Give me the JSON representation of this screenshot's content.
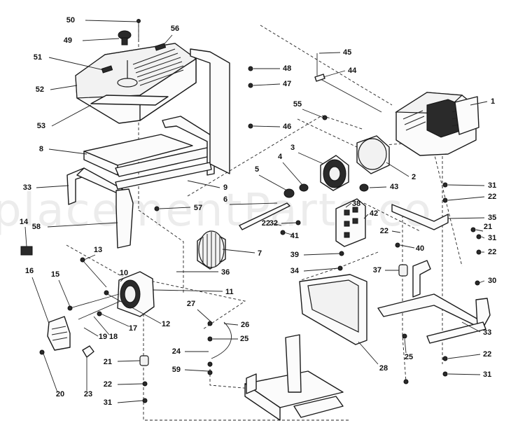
{
  "watermark": "placementParts.co",
  "callouts": [
    {
      "num": "50",
      "part": "tank-cap-chain"
    },
    {
      "num": "49",
      "part": "fuel-cap"
    },
    {
      "num": "56",
      "part": "tank-decal"
    },
    {
      "num": "51",
      "part": "fuel-gauge"
    },
    {
      "num": "52",
      "part": "fuel-tank"
    },
    {
      "num": "53",
      "part": "tank-pad"
    },
    {
      "num": "8",
      "part": "tank-support"
    },
    {
      "num": "33",
      "part": "frame-left"
    },
    {
      "num": "9",
      "part": "frame-front"
    },
    {
      "num": "57",
      "part": "screw"
    },
    {
      "num": "58",
      "part": "bracket"
    },
    {
      "num": "14",
      "part": "label"
    },
    {
      "num": "13",
      "part": "stud"
    },
    {
      "num": "16",
      "part": "end-cover"
    },
    {
      "num": "15",
      "part": "bolt"
    },
    {
      "num": "10",
      "part": "through-bolt"
    },
    {
      "num": "11",
      "part": "rear-bearing-carrier"
    },
    {
      "num": "12",
      "part": "washer"
    },
    {
      "num": "17",
      "part": "bolt"
    },
    {
      "num": "18",
      "part": "nut"
    },
    {
      "num": "19",
      "part": "screw"
    },
    {
      "num": "20",
      "part": "screw"
    },
    {
      "num": "23",
      "part": "diode"
    },
    {
      "num": "21",
      "part": "vibration-mount"
    },
    {
      "num": "22",
      "part": "washer"
    },
    {
      "num": "31",
      "part": "nut"
    },
    {
      "num": "7",
      "part": "rotor"
    },
    {
      "num": "36",
      "part": "wire"
    },
    {
      "num": "6",
      "part": "rotor-bolt"
    },
    {
      "num": "5",
      "part": "washer"
    },
    {
      "num": "4",
      "part": "spacer"
    },
    {
      "num": "3",
      "part": "stator"
    },
    {
      "num": "2",
      "part": "adapter"
    },
    {
      "num": "1",
      "part": "engine"
    },
    {
      "num": "55",
      "part": "screw"
    },
    {
      "num": "48",
      "part": "spring"
    },
    {
      "num": "47",
      "part": "washer"
    },
    {
      "num": "46",
      "part": "nut"
    },
    {
      "num": "45",
      "part": "choke-knob"
    },
    {
      "num": "44",
      "part": "choke-rod"
    },
    {
      "num": "43",
      "part": "grommet"
    },
    {
      "num": "38",
      "part": "receptacle"
    },
    {
      "num": "42",
      "part": "control-panel"
    },
    {
      "num": "32",
      "part": "screw"
    },
    {
      "num": "41",
      "part": "screw"
    },
    {
      "num": "39",
      "part": "screw"
    },
    {
      "num": "40",
      "part": "screw"
    },
    {
      "num": "34",
      "part": "vibration-mount"
    },
    {
      "num": "37",
      "part": "bracket"
    },
    {
      "num": "35",
      "part": "screw"
    },
    {
      "num": "30",
      "part": "muffler-guard"
    },
    {
      "num": "28",
      "part": "screw"
    },
    {
      "num": "27",
      "part": "clamp"
    },
    {
      "num": "26",
      "part": "cable"
    },
    {
      "num": "25",
      "part": "bolt"
    },
    {
      "num": "24",
      "part": "washer"
    },
    {
      "num": "59",
      "part": "frame-base"
    }
  ]
}
